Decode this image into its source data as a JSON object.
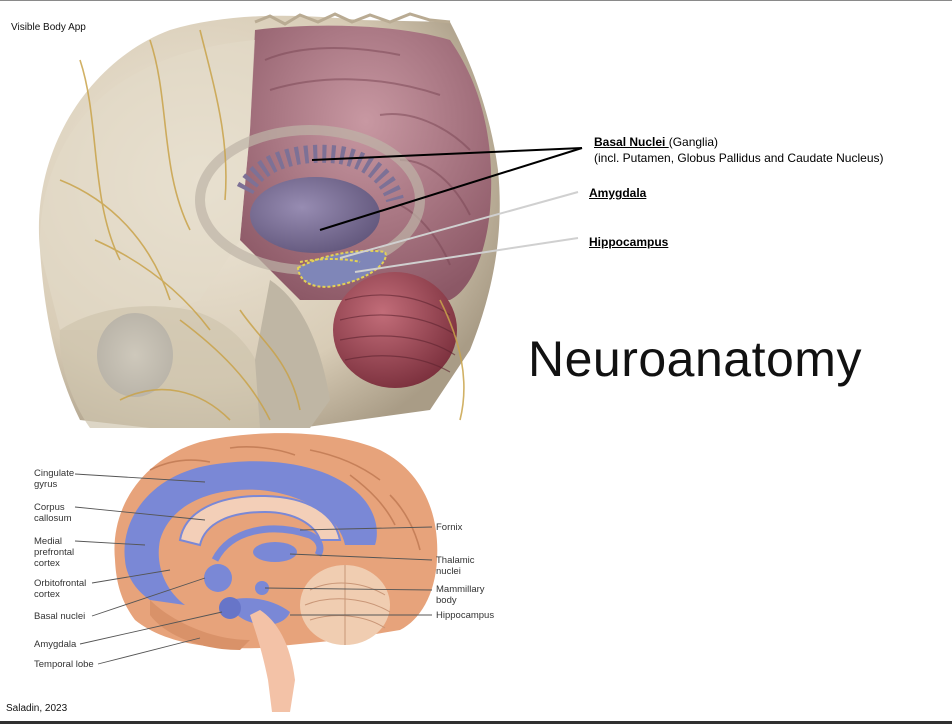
{
  "sources": {
    "top": "Visible Body App",
    "bottom": "Saladin, 2023"
  },
  "title": "Neuroanatomy",
  "callouts": {
    "basal_nuclei": "Basal Nuclei ",
    "basal_nuclei_suffix": "(Ganglia)",
    "basal_nuclei_note": "(incl. Putamen, Globus Pallidus and Caudate Nucleus)",
    "amygdala": "Amygdala",
    "hippocampus": "Hippocampus"
  },
  "diagram_labels": {
    "left": [
      "Cingulate\ngyrus",
      "Corpus\ncallosum",
      "Medial\nprefrontal\ncortex",
      "Orbitofrontal\ncortex",
      "Basal nuclei",
      "Amygdala",
      "Temporal lobe"
    ],
    "right": [
      "Fornix",
      "Thalamic\nnuclei",
      "Mammillary\nbody",
      "Hippocampus"
    ]
  },
  "colors": {
    "skull": "#ddd3c0",
    "cortex_pink": "#a86e7a",
    "basal_purple": "#7d7196",
    "cerebellum_red": "#9a4752",
    "nerve_yellow": "#c9a34a",
    "brain_orange": "#e7a37b",
    "limbic_blue": "#7a88d6",
    "brainstem_peach": "#f3c2a7"
  }
}
